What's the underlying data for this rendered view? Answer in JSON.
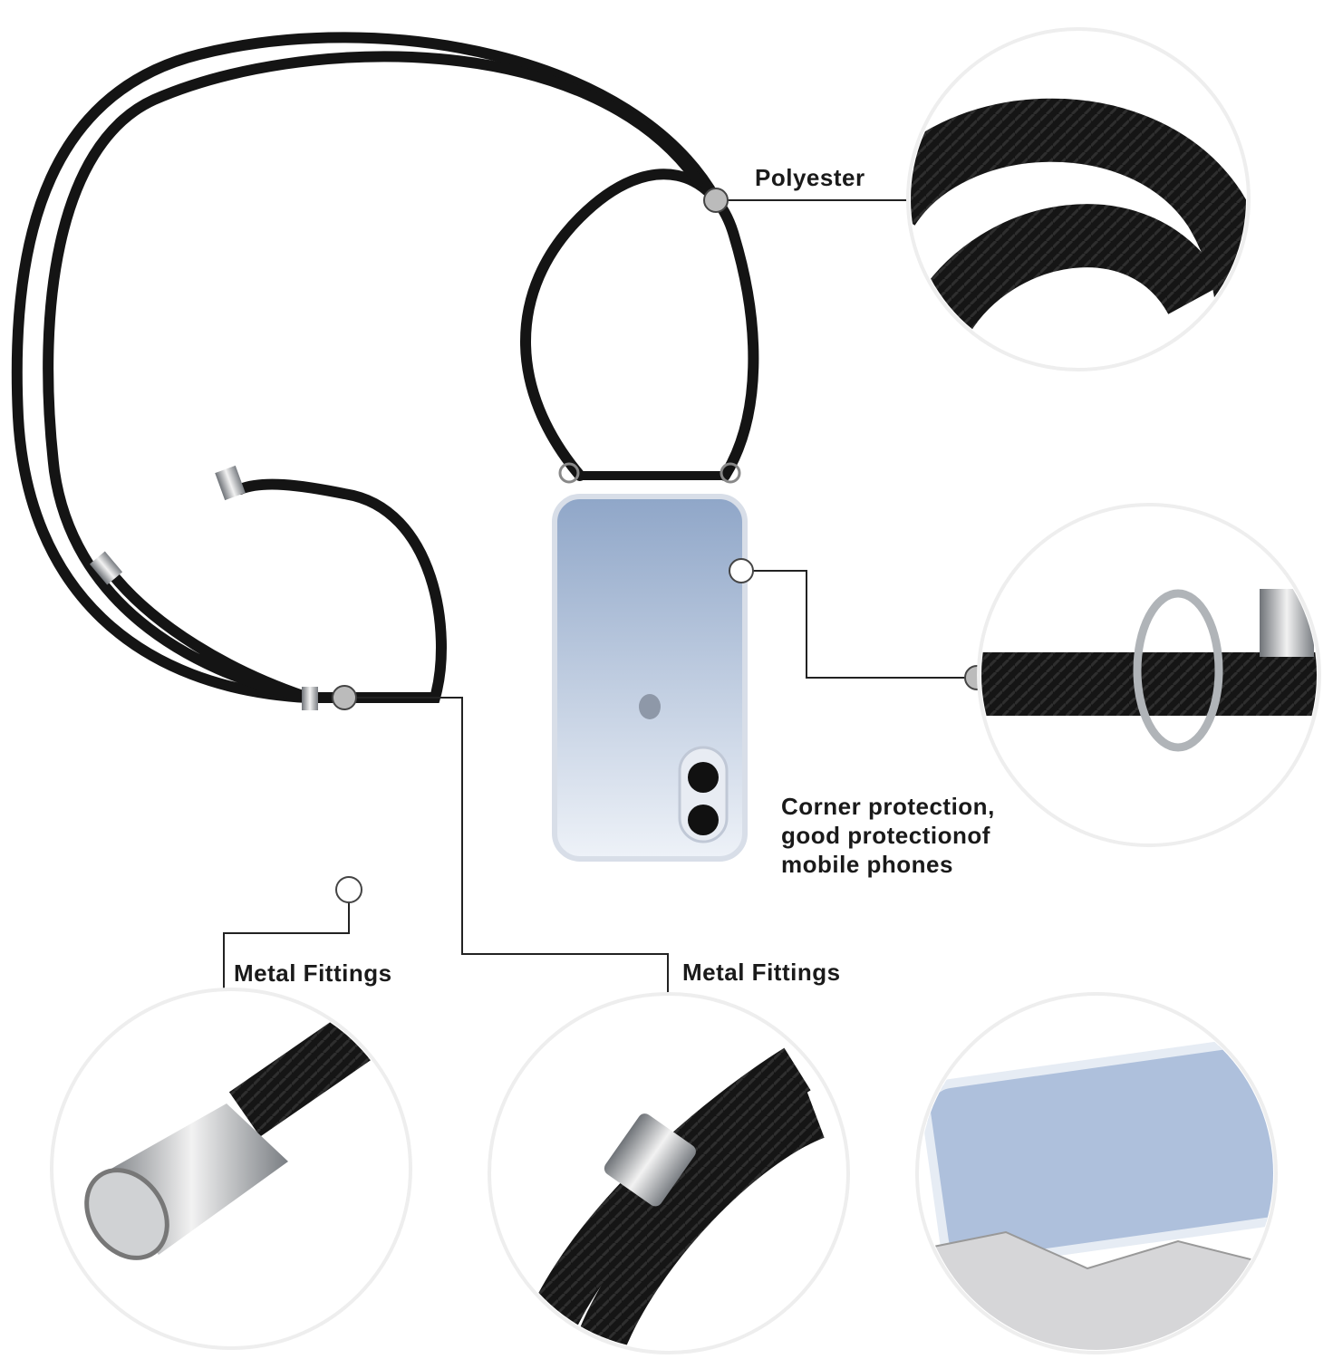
{
  "labels": {
    "polyester": "Polyester",
    "corner_protection": [
      "Corner protection,",
      "good protectionof",
      "mobile phones"
    ],
    "metal_fittings_left": "Metal Fittings",
    "metal_fittings_right": "Metal Fittings"
  },
  "colors": {
    "cord": "#141414",
    "metal": "#b9bcc0",
    "case_blue": "#9fb3d3",
    "circle_border": "#e6e6e6"
  }
}
